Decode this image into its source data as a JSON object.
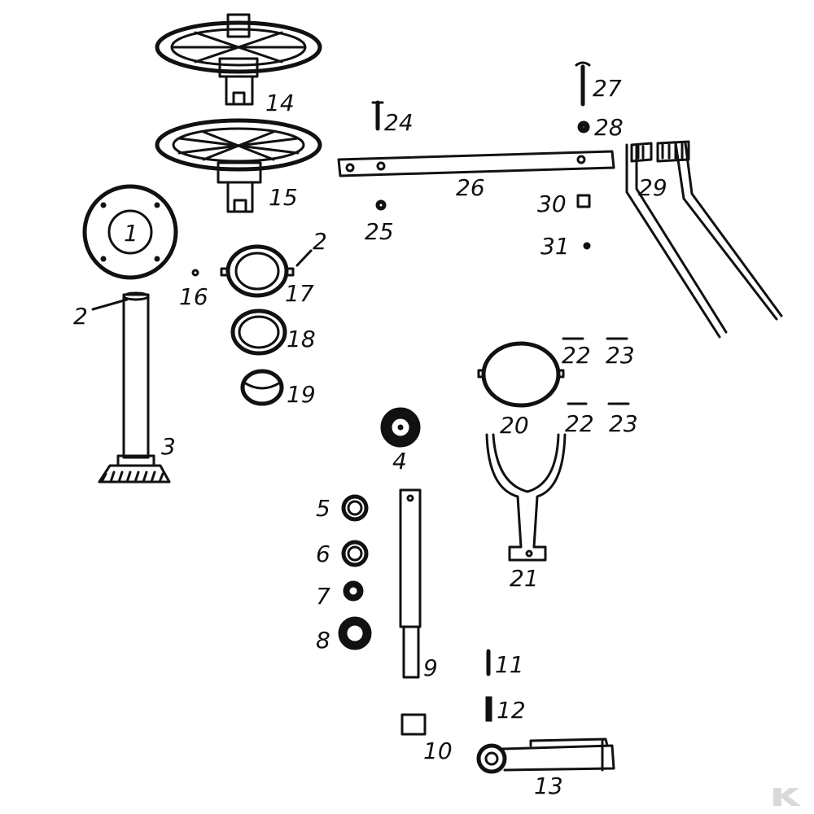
{
  "labels": {
    "l1": "1",
    "l2a": "2",
    "l2b": "2",
    "l3": "3",
    "l4": "4",
    "l5": "5",
    "l6": "6",
    "l7": "7",
    "l8": "8",
    "l9": "9",
    "l10": "10",
    "l11": "11",
    "l12": "12",
    "l13": "13",
    "l14": "14",
    "l15": "15",
    "l16": "16",
    "l17": "17",
    "l18": "18",
    "l19": "19",
    "l20": "20",
    "l21": "21",
    "l22a": "22",
    "l22b": "22",
    "l23a": "23",
    "l23b": "23",
    "l24": "24",
    "l25": "25",
    "l26": "26",
    "l27": "27",
    "l28": "28",
    "l29": "29",
    "l30": "30",
    "l31": "31"
  },
  "colors": {
    "ink": "#111111",
    "background": "#ffffff",
    "logo": "#d9d9d9"
  }
}
